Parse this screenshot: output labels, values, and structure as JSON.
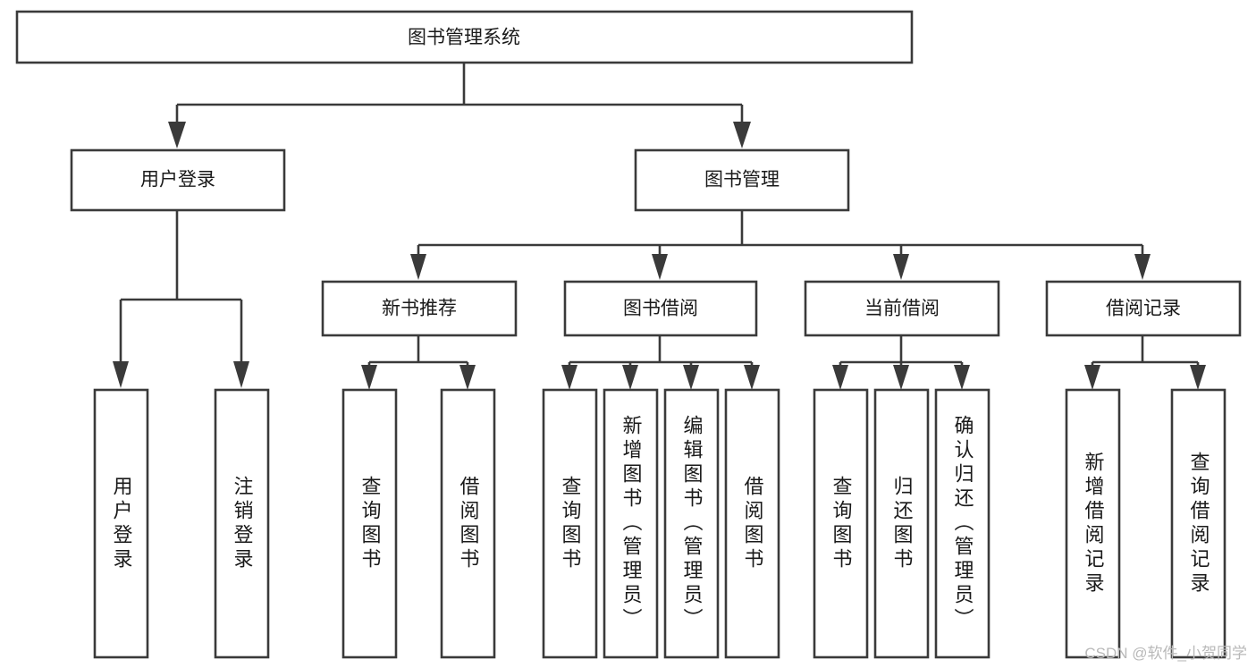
{
  "diagram": {
    "type": "tree-hierarchy",
    "title": "图书管理系统",
    "watermark": "CSDN @软件_小贺同学",
    "colors": {
      "background": "#ffffff",
      "box_fill": "#ffffff",
      "stroke": "#3a3a3a",
      "text": "#1a1a1a",
      "watermark": "#b9b9b9"
    },
    "levels": {
      "root": {
        "label": "图书管理系统",
        "orientation": "horizontal"
      },
      "level2": [
        {
          "label": "用户登录",
          "orientation": "horizontal"
        },
        {
          "label": "图书管理",
          "orientation": "horizontal"
        }
      ],
      "level3": [
        {
          "label": "新书推荐",
          "orientation": "horizontal",
          "parent": "图书管理"
        },
        {
          "label": "图书借阅",
          "orientation": "horizontal",
          "parent": "图书管理"
        },
        {
          "label": "当前借阅",
          "orientation": "horizontal",
          "parent": "图书管理"
        },
        {
          "label": "借阅记录",
          "orientation": "horizontal",
          "parent": "图书管理"
        }
      ],
      "leaves": [
        {
          "label": "用户登录",
          "orientation": "vertical",
          "parent": "用户登录"
        },
        {
          "label": "注销登录",
          "orientation": "vertical",
          "parent": "用户登录"
        },
        {
          "label": "查询图书",
          "orientation": "vertical",
          "parent": "新书推荐"
        },
        {
          "label": "借阅图书",
          "orientation": "vertical",
          "parent": "新书推荐"
        },
        {
          "label": "查询图书",
          "orientation": "vertical",
          "parent": "图书借阅"
        },
        {
          "label": "新增图书（管理员）",
          "orientation": "vertical",
          "parent": "图书借阅"
        },
        {
          "label": "编辑图书（管理员）",
          "orientation": "vertical",
          "parent": "图书借阅"
        },
        {
          "label": "借阅图书",
          "orientation": "vertical",
          "parent": "图书借阅"
        },
        {
          "label": "查询图书",
          "orientation": "vertical",
          "parent": "当前借阅"
        },
        {
          "label": "归还图书",
          "orientation": "vertical",
          "parent": "当前借阅"
        },
        {
          "label": "确认归还（管理员）",
          "orientation": "vertical",
          "parent": "当前借阅"
        },
        {
          "label": "新增借阅记录",
          "orientation": "vertical",
          "parent": "借阅记录"
        },
        {
          "label": "查询借阅记录",
          "orientation": "vertical",
          "parent": "借阅记录"
        }
      ]
    }
  }
}
